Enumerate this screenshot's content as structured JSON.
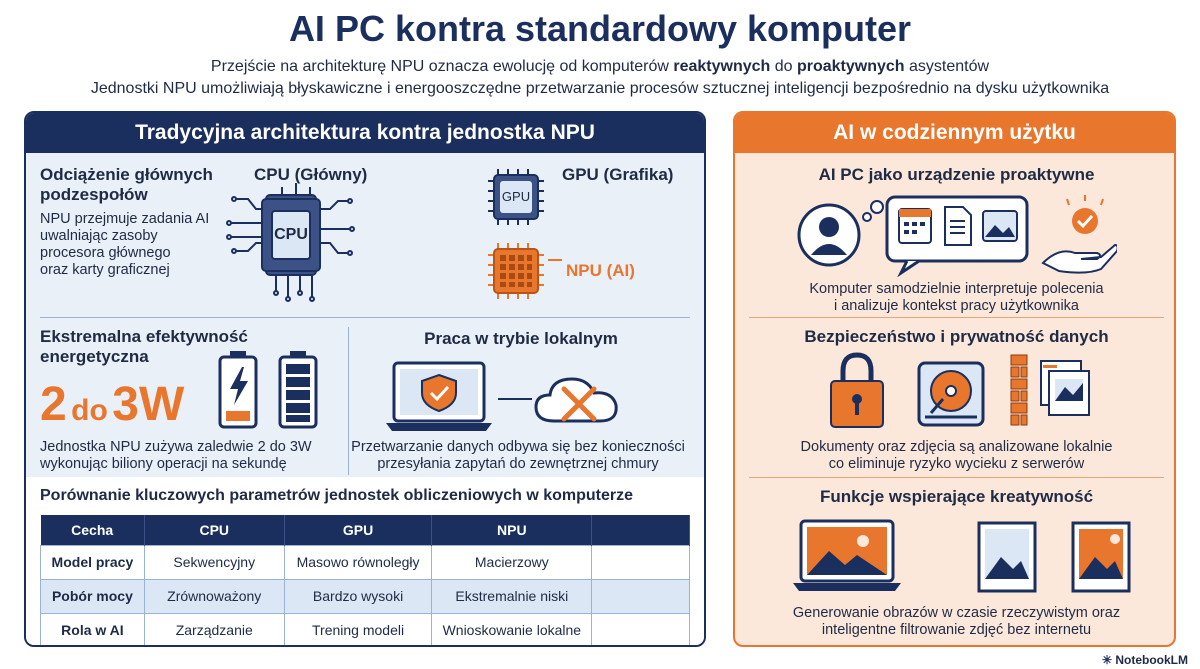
{
  "title": "AI PC kontra standardowy komputer",
  "subtitle": {
    "line1_pre": "Przejście na architekturę NPU oznacza ewolucję od komputerów ",
    "line1_bold1": "reaktywnych",
    "line1_mid": " do ",
    "line1_bold2": "proaktywnych",
    "line1_post": " asystentów",
    "line2": "Jednostki NPU umożliwiają błyskawiczne i energooszczędne przetwarzanie procesów sztucznej inteligencji bezpośrednio na dysku użytkownika"
  },
  "left": {
    "header": "Tradycyjna architektura kontra jednostka NPU",
    "offload": {
      "heading_l1": "Odciążenie głównych",
      "heading_l2": "podzespołów",
      "text_l1": "NPU przejmuje zadania AI",
      "text_l2": "uwalniając zasoby",
      "text_l3": "procesora głównego",
      "text_l4": "oraz karty graficznej"
    },
    "cpu_label": "CPU (Główny)",
    "cpu_chip": "CPU",
    "gpu_label": "GPU (Grafika)",
    "gpu_chip": "GPU",
    "npu_label": "NPU (AI)",
    "efficiency": {
      "heading_l1": "Ekstremalna efektywność",
      "heading_l2": "energetyczna",
      "big_a": "2",
      "big_mid": "do",
      "big_b": "3W",
      "text_l1": "Jednostka NPU zużywa zaledwie 2 do 3W",
      "text_l2": "wykonując biliony operacji na sekundę"
    },
    "local": {
      "heading": "Praca w trybie lokalnym",
      "text_l1": "Przetwarzanie danych odbywa się bez konieczności",
      "text_l2": "przesyłania zapytań do zewnętrznej chmury"
    },
    "table": {
      "title": "Porównanie kluczowych parametrów jednostek obliczeniowych w komputerze",
      "headers": [
        "Cecha",
        "CPU",
        "GPU",
        "NPU",
        ""
      ],
      "rows": [
        [
          "Model pracy",
          "Sekwencyjny",
          "Masowo równoległy",
          "Macierzowy",
          ""
        ],
        [
          "Pobór mocy",
          "Zrównoważony",
          "Bardzo wysoki",
          "Ekstremalnie niski",
          ""
        ],
        [
          "Rola w AI",
          "Zarządzanie",
          "Trening modeli",
          "Wnioskowanie lokalne",
          ""
        ]
      ]
    }
  },
  "right": {
    "header": "AI w codziennym użytku",
    "proactive": {
      "heading": "AI PC jako urządzenie proaktywne",
      "text_l1": "Komputer samodzielnie interpretuje polecenia",
      "text_l2": "i analizuje kontekst pracy użytkownika"
    },
    "security": {
      "heading": "Bezpieczeństwo i prywatność danych",
      "text_l1": "Dokumenty oraz zdjęcia są analizowane lokalnie",
      "text_l2": "co eliminuje ryzyko wycieku z serwerów"
    },
    "creative": {
      "heading": "Funkcje wspierające kreatywność",
      "text_l1": "Generowanie obrazów w czasie rzeczywistym oraz",
      "text_l2": "inteligentne filtrowanie zdjęć bez internetu"
    }
  },
  "footer": "NotebookLM",
  "colors": {
    "navy": "#1b2f5e",
    "orange": "#e8762d",
    "light_blue": "#e9f0f8",
    "light_orange": "#fbe8db"
  }
}
